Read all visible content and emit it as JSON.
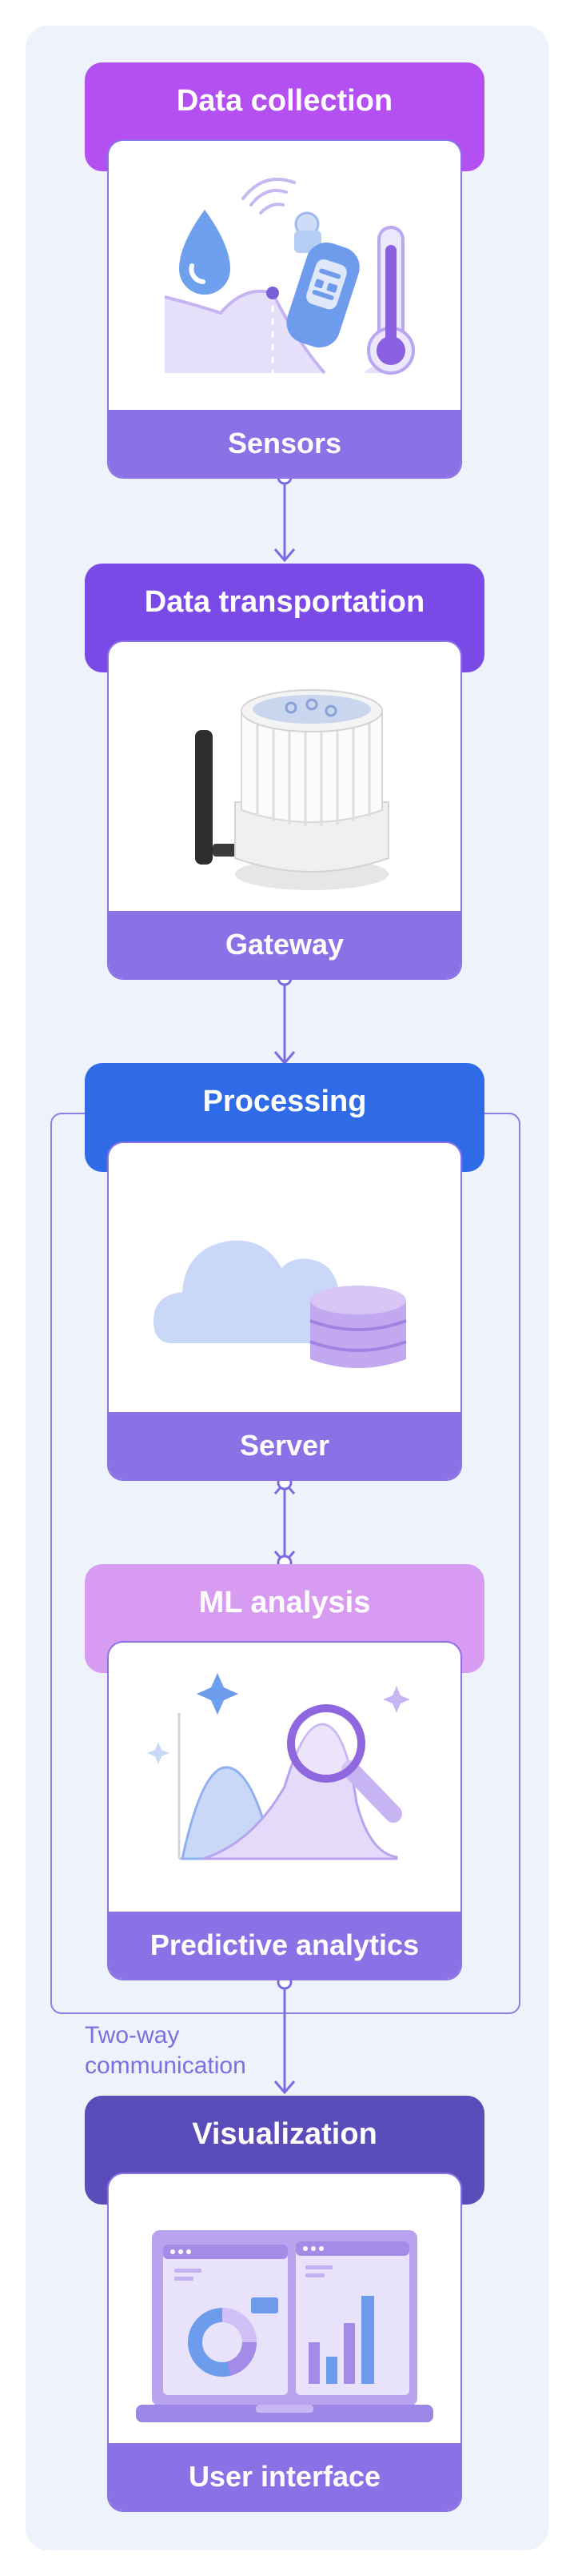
{
  "stages": [
    {
      "id": "collection",
      "header": "Data collection",
      "footer": "Sensors",
      "color": "#b44ff1"
    },
    {
      "id": "transportation",
      "header": "Data transportation",
      "footer": "Gateway",
      "color": "#7a4ae6"
    },
    {
      "id": "processing",
      "header": "Processing",
      "footer": "Server",
      "color": "#2f6be6"
    },
    {
      "id": "ml",
      "header": "ML analysis",
      "footer": "Predictive analytics",
      "color": "#d79cf2"
    },
    {
      "id": "visualization",
      "header": "Visualization",
      "footer": "User interface",
      "color": "#5a4cb9"
    }
  ],
  "note": {
    "line1": "Two-way",
    "line2": "communication"
  },
  "colors": {
    "panel": "#eef2fb",
    "accent": "#8a72e6",
    "connector": "#7a6ce0"
  },
  "icons": [
    "water-drop-icon",
    "wireless-sensor-icon",
    "thermometer-icon",
    "gateway-device-icon",
    "cloud-icon",
    "database-icon",
    "sparkle-icon",
    "magnifier-icon",
    "monitor-icon",
    "bar-chart-icon",
    "donut-chart-icon"
  ]
}
